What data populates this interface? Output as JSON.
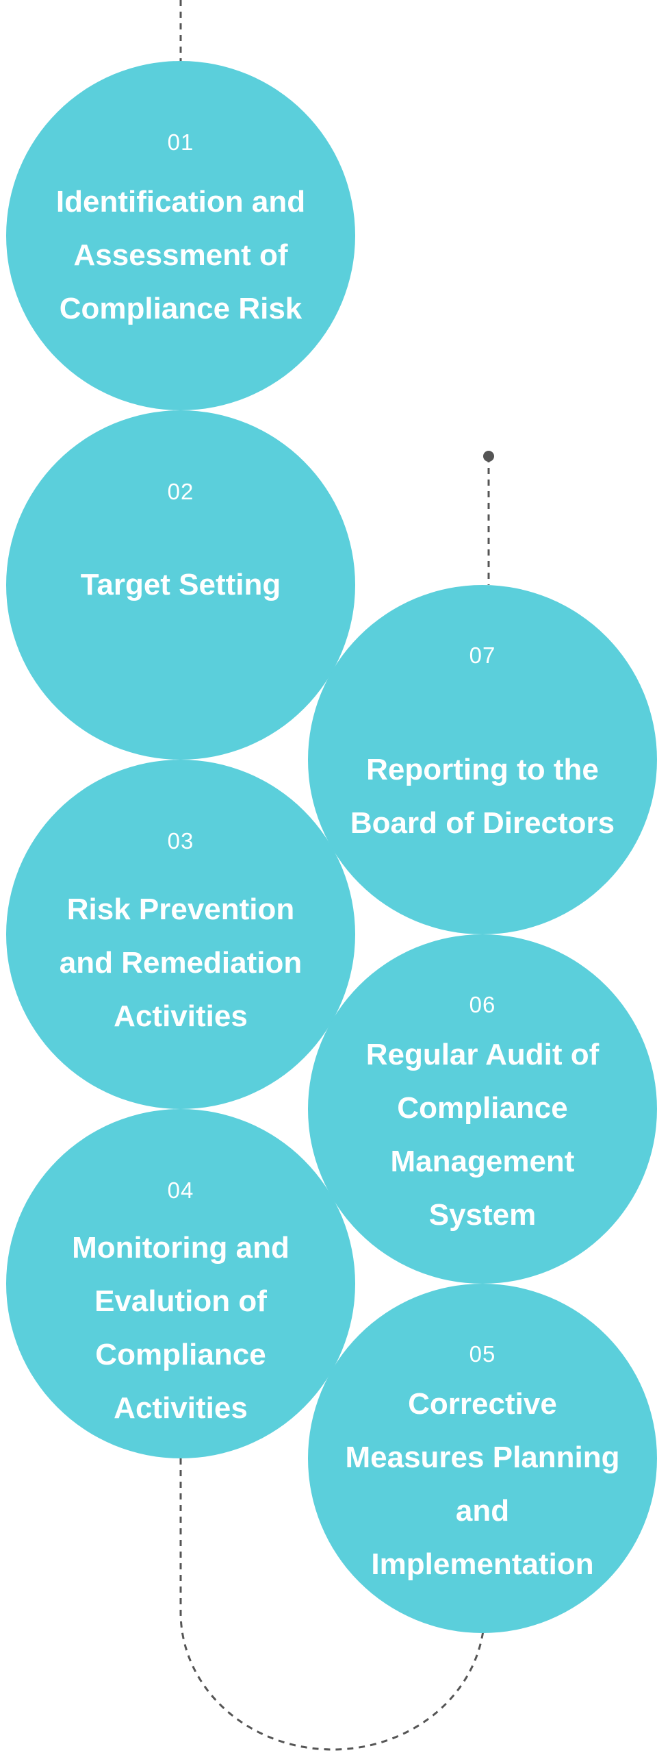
{
  "steps": [
    {
      "number": "01",
      "title": "Identification and Assessment of Compliance Risk"
    },
    {
      "number": "02",
      "title": "Target Setting"
    },
    {
      "number": "03",
      "title": "Risk Prevention and  Remediation Activities"
    },
    {
      "number": "04",
      "title": "Monitoring and Evalution of Compliance Activities"
    },
    {
      "number": "05",
      "title": "Corrective Measures Planning and Implementation"
    },
    {
      "number": "06",
      "title": "Regular Audit of Compliance Management System"
    },
    {
      "number": "07",
      "title": "Reporting to the Board of Directors"
    }
  ],
  "colors": {
    "circle": "#5bcfdb",
    "text": "#ffffff",
    "connector": "#555555"
  }
}
